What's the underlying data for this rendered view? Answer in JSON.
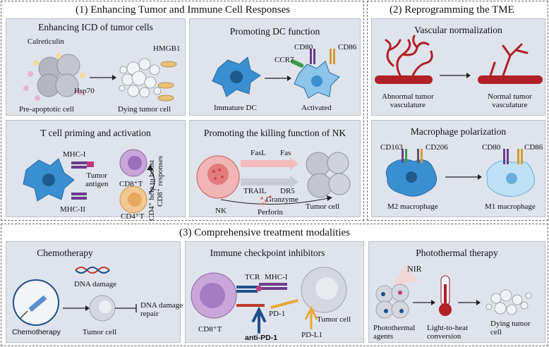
{
  "section1": {
    "title": "(1)  Enhancing Tumor and Immune Cell Responses",
    "icd": {
      "title": "Enhancing ICD of tumor cells",
      "calreticulin": "Calreticulin",
      "hmgb1": "HMGB1",
      "hsp70": "Hsp70",
      "pre_apoptotic": "Pre-apoptotic cell",
      "dying": "Dying tumor cell"
    },
    "dc": {
      "title": "Promoting DC function",
      "cd80": "CD80",
      "cd86": "CD86",
      "ccr7": "CCR7",
      "immature": "Immature DC",
      "activated": "Activated"
    },
    "tcell": {
      "title": "T cell priming and activation",
      "mhc1": "MHC-I",
      "mhc2": "MHC-II",
      "tumor_antigen_1": "Tumor",
      "tumor_antigen_2": "antigen",
      "cd8t": "CD8⁺T",
      "cd4t": "CD4⁺T",
      "help_1": "CD4⁺ help to boost",
      "help_2": "CD8⁺ responses"
    },
    "nk": {
      "title": "Promoting the killing function of NK",
      "fasl": "FasL",
      "fas": "Fas",
      "trail": "TRAIL",
      "dr5": "DR5",
      "granzyme": "Granzyme",
      "perforin": "Perforin",
      "nk": "NK",
      "tumor_cell": "Tumor cell"
    }
  },
  "section2": {
    "title": "(2)  Reprogramming the TME",
    "vascular": {
      "title": "Vascular normalization",
      "abnormal_1": "Abnormal tumor",
      "abnormal_2": "vasculature",
      "normal_1": "Normal tumor",
      "normal_2": "vasculature"
    },
    "macrophage": {
      "title": "Macrophage polarization",
      "cd163": "CD163",
      "cd206": "CD206",
      "cd80": "CD80",
      "cd86": "CD86",
      "m2": "M2 macrophage",
      "m1": "M1 macrophage"
    }
  },
  "section3": {
    "title": "(3)  Comprehensive treatment modalities",
    "chemo": {
      "title": "Chemotherapy",
      "dna_damage": "DNA damage",
      "dna_repair_1": "DNA damage",
      "dna_repair_2": "repair",
      "chemotherapy": "Chemotherapy",
      "tumor_cell": "Tumor cell"
    },
    "ici": {
      "title": "Immune checkpoint inhibitors",
      "tcr": "TCR",
      "mhc1": "MHC-I",
      "pd1": "PD-1",
      "cd8t": "CD8⁺T",
      "tumor_cell": "Tumor cell",
      "anti_pd1": "anti-PD-1",
      "pdl1": "PD-L1"
    },
    "ptt": {
      "title": "Photothermal therapy",
      "nir": "NIR",
      "agents_1": "Photothermal",
      "agents_2": "agents",
      "conversion_1": "Light-to-heat",
      "conversion_2": "conversion",
      "dying_1": "Dying tumor",
      "dying_2": "cell"
    }
  },
  "colors": {
    "panel_bg": "#dfe3ec",
    "cell_gray": "#b9bcc4",
    "dc_blue": "#3a8fd0",
    "vessel_red": "#b02026",
    "cd8_purple": "#c9a6d9",
    "cd4_orange": "#f3c790",
    "nk_pink": "#f1b5b5"
  }
}
